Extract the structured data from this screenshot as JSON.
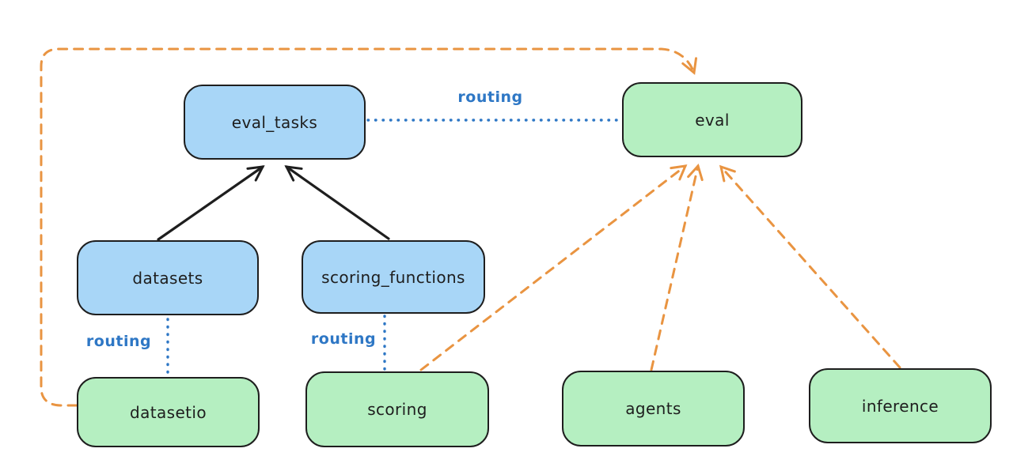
{
  "colors": {
    "ink": "#1e1e1e",
    "blue_fill": "#a8d6f7",
    "green_fill": "#b5efc1",
    "dash_orange": "#e99441",
    "routing_blue": "#2e77c5"
  },
  "nodes": {
    "eval_tasks": {
      "label": "eval_tasks",
      "kind": "blue"
    },
    "eval": {
      "label": "eval",
      "kind": "green"
    },
    "datasets": {
      "label": "datasets",
      "kind": "blue"
    },
    "scoring_functions": {
      "label": "scoring_functions",
      "kind": "blue"
    },
    "datasetio": {
      "label": "datasetio",
      "kind": "green"
    },
    "scoring": {
      "label": "scoring",
      "kind": "green"
    },
    "agents": {
      "label": "agents",
      "kind": "green"
    },
    "inference": {
      "label": "inference",
      "kind": "green"
    }
  },
  "edges": [
    {
      "from": "datasets",
      "to": "eval_tasks",
      "style": "solid",
      "arrow": true,
      "color": "#1e1e1e"
    },
    {
      "from": "scoring_functions",
      "to": "eval_tasks",
      "style": "solid",
      "arrow": true,
      "color": "#1e1e1e"
    },
    {
      "from": "eval_tasks",
      "to": "eval",
      "style": "dotted",
      "arrow": false,
      "label": "routing",
      "color": "#2e77c5"
    },
    {
      "from": "datasets",
      "to": "datasetio",
      "style": "dotted",
      "arrow": false,
      "label": "routing",
      "color": "#2e77c5"
    },
    {
      "from": "scoring_functions",
      "to": "scoring",
      "style": "dotted",
      "arrow": false,
      "label": "routing",
      "color": "#2e77c5"
    },
    {
      "from": "datasetio",
      "to": "eval",
      "style": "dashed",
      "arrow": true,
      "color": "#e99441"
    },
    {
      "from": "scoring",
      "to": "eval",
      "style": "dashed",
      "arrow": true,
      "color": "#e99441"
    },
    {
      "from": "agents",
      "to": "eval",
      "style": "dashed",
      "arrow": true,
      "color": "#e99441"
    },
    {
      "from": "inference",
      "to": "eval",
      "style": "dashed",
      "arrow": true,
      "color": "#e99441"
    }
  ]
}
